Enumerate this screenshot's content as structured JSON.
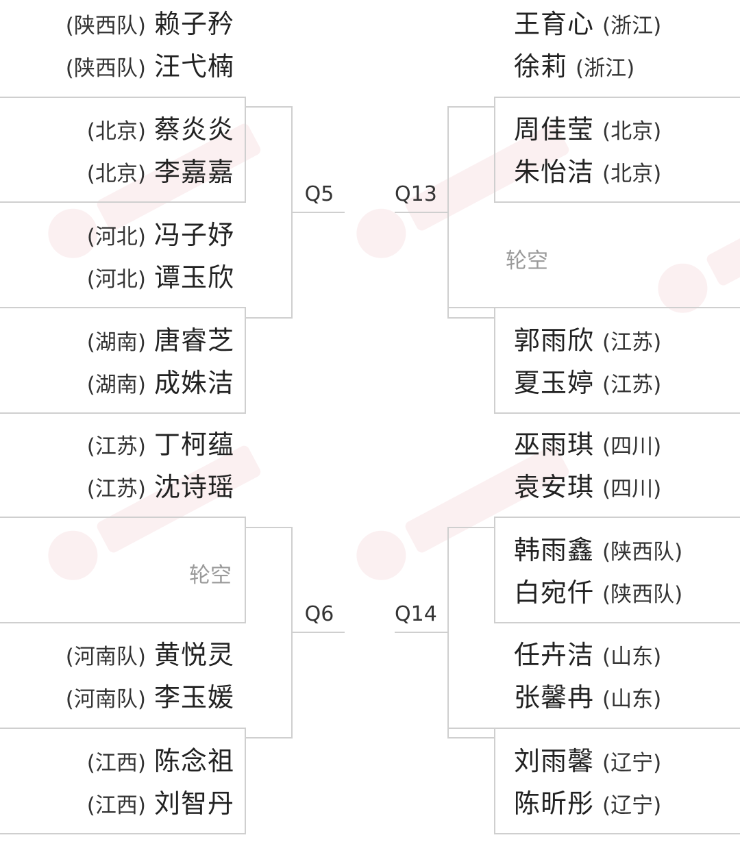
{
  "left_entries": [
    {
      "team": "(陕西队)",
      "name": "赖子矜"
    },
    {
      "team": "(陕西队)",
      "name": "汪弋楠"
    },
    {
      "team": "(北京)",
      "name": "蔡炎炎"
    },
    {
      "team": "(北京)",
      "name": "李嘉嘉"
    },
    {
      "team": "(河北)",
      "name": "冯子妤"
    },
    {
      "team": "(河北)",
      "name": "谭玉欣"
    },
    {
      "team": "(湖南)",
      "name": "唐睿芝"
    },
    {
      "team": "(湖南)",
      "name": "成姝洁"
    },
    {
      "team": "(江苏)",
      "name": "丁柯蕴"
    },
    {
      "team": "(江苏)",
      "name": "沈诗瑶"
    },
    {
      "team": "(河南队)",
      "name": "黄悦灵"
    },
    {
      "team": "(河南队)",
      "name": "李玉媛"
    },
    {
      "team": "(江西)",
      "name": "陈念祖"
    },
    {
      "team": "(江西)",
      "name": "刘智丹"
    }
  ],
  "right_entries": [
    {
      "name": "王育心",
      "team": "(浙江)"
    },
    {
      "name": "徐莉",
      "team": "(浙江)"
    },
    {
      "name": "周佳莹",
      "team": "(北京)"
    },
    {
      "name": "朱怡洁",
      "team": "(北京)"
    },
    {
      "name": "郭雨欣",
      "team": "(江苏)"
    },
    {
      "name": "夏玉婷",
      "team": "(江苏)"
    },
    {
      "name": "巫雨琪",
      "team": "(四川)"
    },
    {
      "name": "袁安琪",
      "team": "(四川)"
    },
    {
      "name": "韩雨鑫",
      "team": "(陕西队)"
    },
    {
      "name": "白宛仟",
      "team": "(陕西队)"
    },
    {
      "name": "任卉洁",
      "team": "(山东)"
    },
    {
      "name": "张馨冉",
      "team": "(山东)"
    },
    {
      "name": "刘雨馨",
      "team": "(辽宁)"
    },
    {
      "name": "陈昕彤",
      "team": "(辽宁)"
    }
  ],
  "byes": {
    "left_bye": "轮空",
    "right_bye": "轮空"
  },
  "matches": {
    "q5": "Q5",
    "q6": "Q6",
    "q13": "Q13",
    "q14": "Q14"
  }
}
